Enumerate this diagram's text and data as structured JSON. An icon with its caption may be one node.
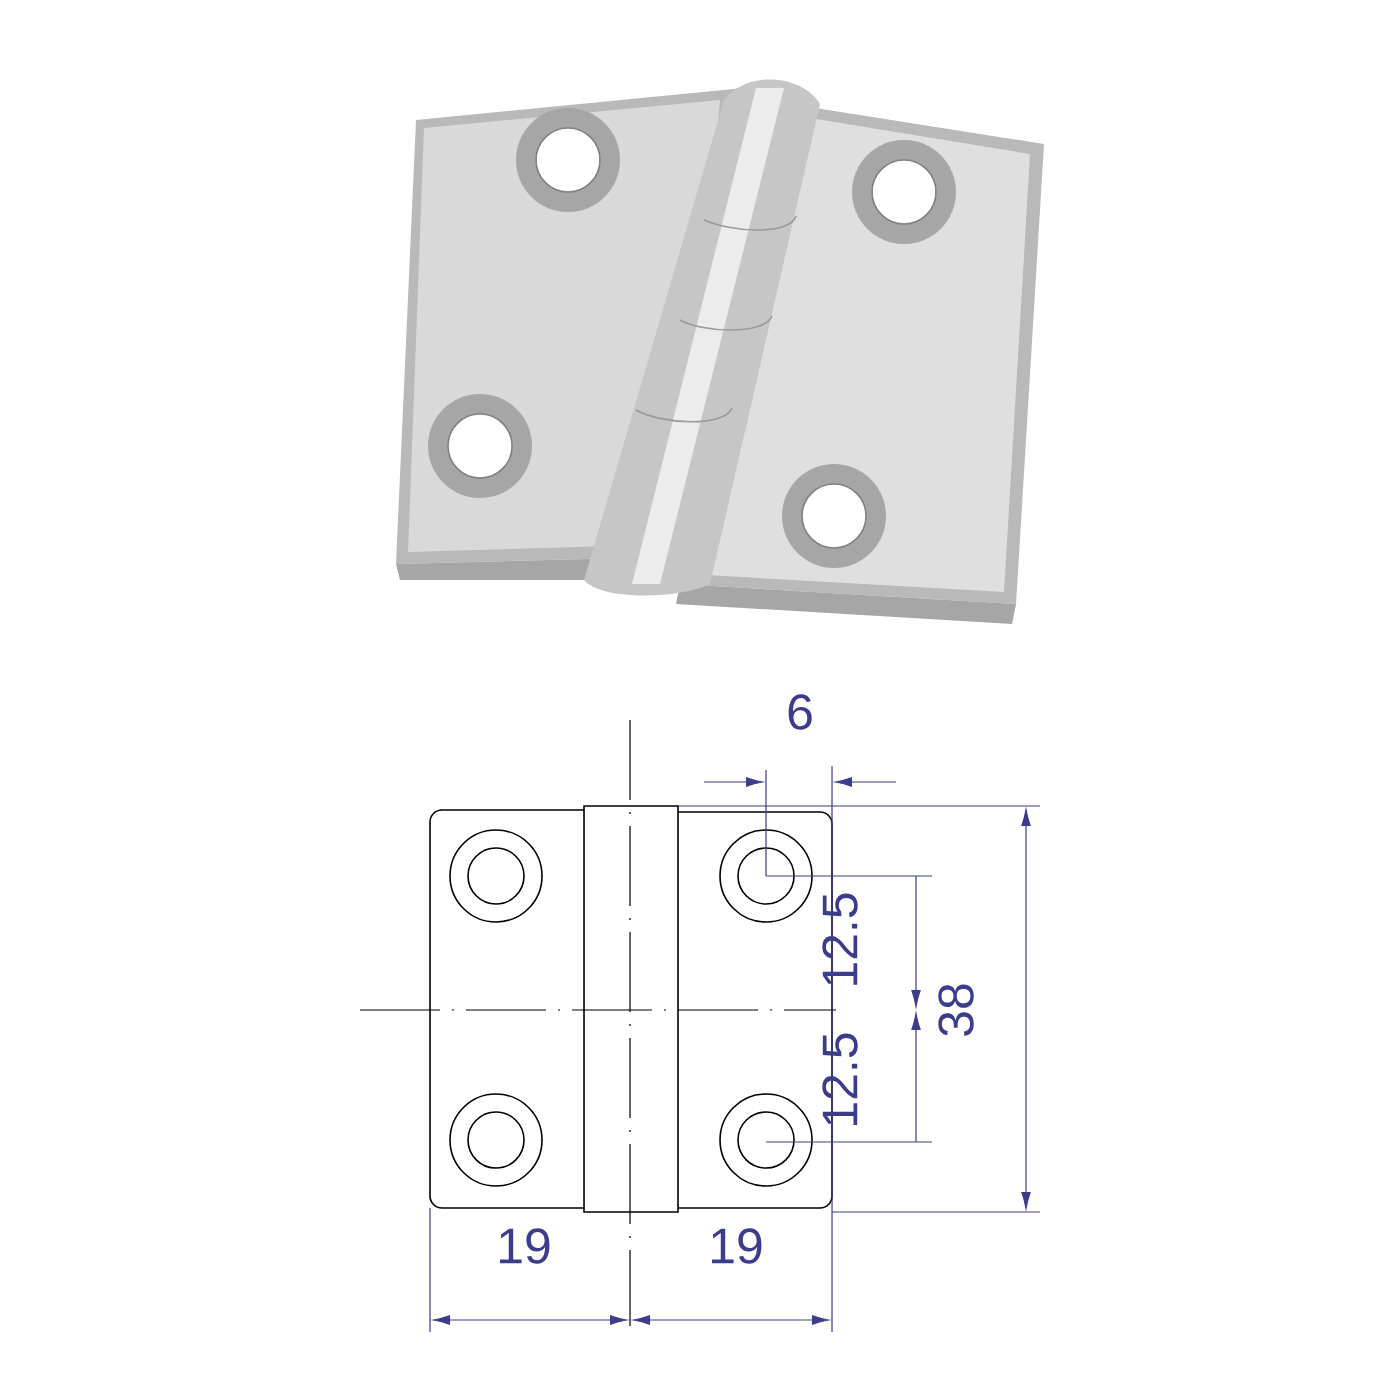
{
  "diagram": {
    "labels": [
      "6",
      "12.5",
      "12.5",
      "38",
      "19",
      "19"
    ]
  }
}
